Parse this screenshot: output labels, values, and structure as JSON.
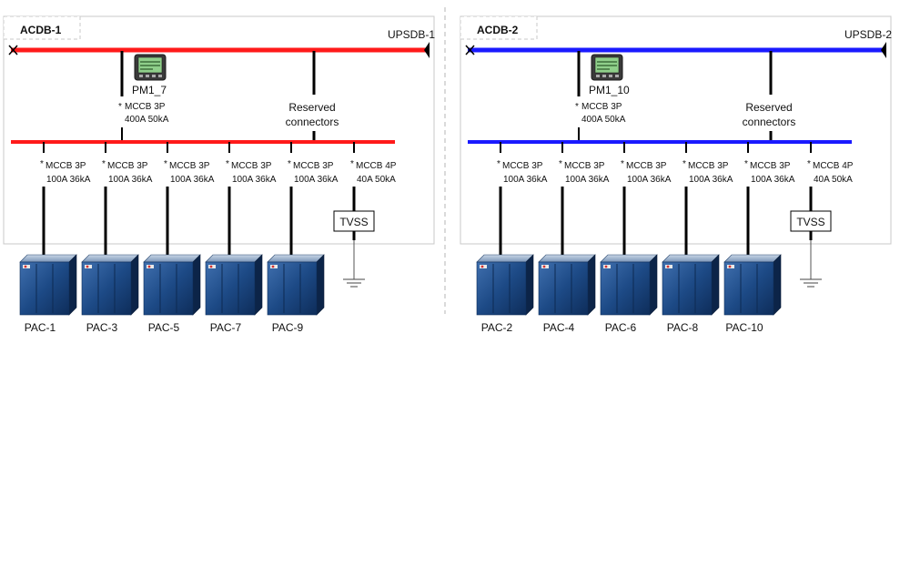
{
  "panels": [
    {
      "id": "acdb-1",
      "title": "ACDB-1",
      "source": "UPSDB-1",
      "bus_color": "#ff1a1a",
      "meter": {
        "label": "PM1_7"
      },
      "main_breaker": {
        "line1": "MCCB 3P",
        "line2": "400A 50kA"
      },
      "reserved": {
        "line1": "Reserved",
        "line2": "connectors"
      },
      "feeders": [
        {
          "breaker1": "MCCB 3P",
          "breaker2": "100A 36kA",
          "load": "PAC-1"
        },
        {
          "breaker1": "MCCB 3P",
          "breaker2": "100A 36kA",
          "load": "PAC-3"
        },
        {
          "breaker1": "MCCB 3P",
          "breaker2": "100A 36kA",
          "load": "PAC-5"
        },
        {
          "breaker1": "MCCB 3P",
          "breaker2": "100A 36kA",
          "load": "PAC-7"
        },
        {
          "breaker1": "MCCB 3P",
          "breaker2": "100A 36kA",
          "load": "PAC-9"
        }
      ],
      "surge": {
        "breaker1": "MCCB 4P",
        "breaker2": "40A 50kA",
        "label": "TVSS"
      }
    },
    {
      "id": "acdb-2",
      "title": "ACDB-2",
      "source": "UPSDB-2",
      "bus_color": "#1a1aff",
      "meter": {
        "label": "PM1_10"
      },
      "main_breaker": {
        "line1": "MCCB 3P",
        "line2": "400A 50kA"
      },
      "reserved": {
        "line1": "Reserved",
        "line2": "connectors"
      },
      "feeders": [
        {
          "breaker1": "MCCB 3P",
          "breaker2": "100A 36kA",
          "load": "PAC-2"
        },
        {
          "breaker1": "MCCB 3P",
          "breaker2": "100A 36kA",
          "load": "PAC-4"
        },
        {
          "breaker1": "MCCB 3P",
          "breaker2": "100A 36kA",
          "load": "PAC-6"
        },
        {
          "breaker1": "MCCB 3P",
          "breaker2": "100A 36kA",
          "load": "PAC-8"
        },
        {
          "breaker1": "MCCB 3P",
          "breaker2": "100A 36kA",
          "load": "PAC-10"
        }
      ],
      "surge": {
        "breaker1": "MCCB 4P",
        "breaker2": "40A 50kA",
        "label": "TVSS"
      }
    }
  ]
}
